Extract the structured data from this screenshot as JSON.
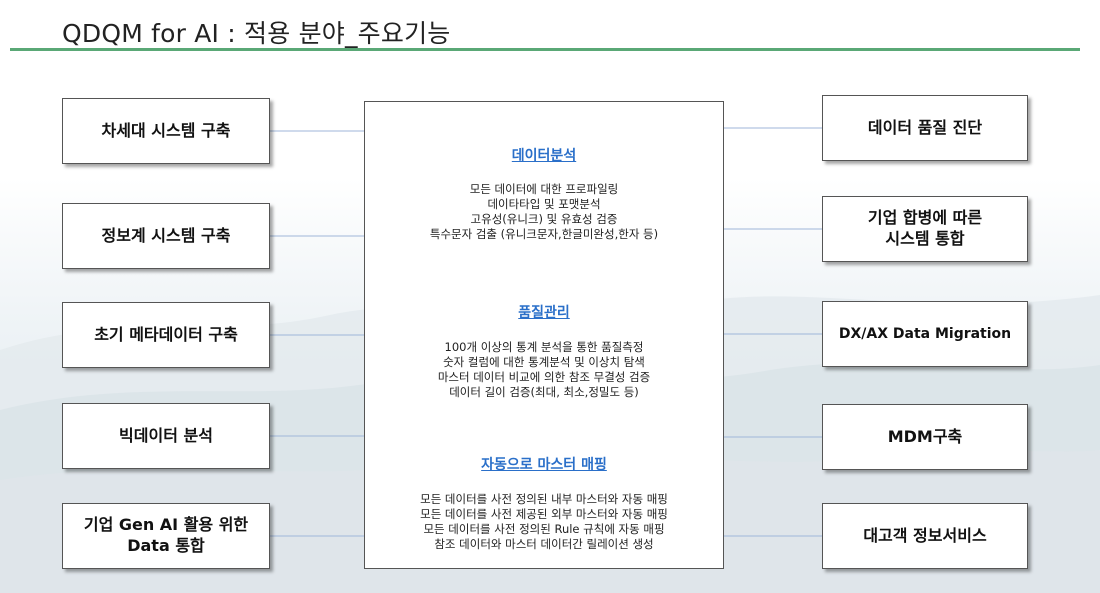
{
  "title": "QDQM for AI : 적용 분야_주요기능",
  "left_items": [
    "차세대 시스템 구축",
    "정보계 시스템 구축",
    "초기 메타데이터 구축",
    "빅데이터 분석",
    "기업 Gen AI 활용 위한\nData 통합"
  ],
  "right_items": [
    "데이터 품질 진단",
    "기업 합병에 따른\n시스템 통합",
    "DX/AX Data Migration",
    "MDM구축",
    "대고객 정보서비스"
  ],
  "sections": [
    {
      "title": "데이터분석",
      "lines": [
        "모든 데이터에 대한 프로파일링",
        "데이타타입 및 포맷분석",
        "고유성(유니크) 및 유효성 검증",
        "특수문자 검출 (유니크문자,한글미완성,한자 등)"
      ]
    },
    {
      "title": "품질관리",
      "lines": [
        "100개 이상의 통계 분석을 통한 품질측정",
        "숫자 컬럼에 대한 통계분석 및 이상치 탐색",
        "마스터 데이터 비교에 의한 참조 무결성 검증",
        "데이터 길이 검증(최대, 최소,정밀도 등)"
      ]
    },
    {
      "title": "자동으로 마스터 매핑",
      "lines": [
        "모든 데이터를 사전 정의된 내부 마스터와 자동 매핑",
        "모든 데이터를 사전 제공된 외부 마스터와 자동 매핑",
        "모든 데이터를 사전 정의된 Rule 규칙에 자동 매핑",
        "참조 데이터와 마스터 데이터간 릴레이션 생성"
      ]
    }
  ],
  "colors": {
    "accent_rule": "#5aa876",
    "section_title": "#2a6fc9",
    "connector": "#9fb6d9"
  }
}
